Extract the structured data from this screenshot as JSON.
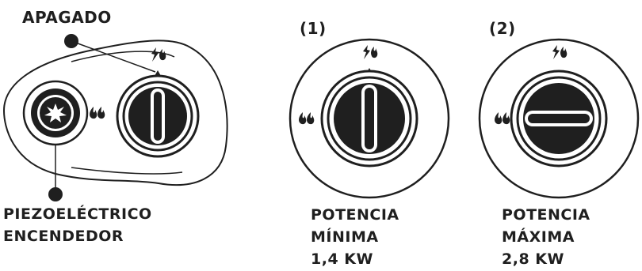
{
  "colors": {
    "ink": "#1f1f1f",
    "accent": "#e03a3e"
  },
  "icons": [
    "flame-spark-icon",
    "double-flame-icon",
    "spark-burst-icon",
    "pointer-triangle-icon"
  ],
  "labels": {
    "off": "APAGADO",
    "piezo_line1": "PIEZOELÉCTRICO",
    "piezo_line2": "ENCENDEDOR",
    "step1": "(1)",
    "step2": "(2)",
    "min_line1": "POTENCIA",
    "min_line2": "MÍNIMA",
    "min_line3": "1,4 KW",
    "max_line1": "POTENCIA",
    "max_line2": "MÁXIMA",
    "max_line3": "2,8 KW"
  }
}
